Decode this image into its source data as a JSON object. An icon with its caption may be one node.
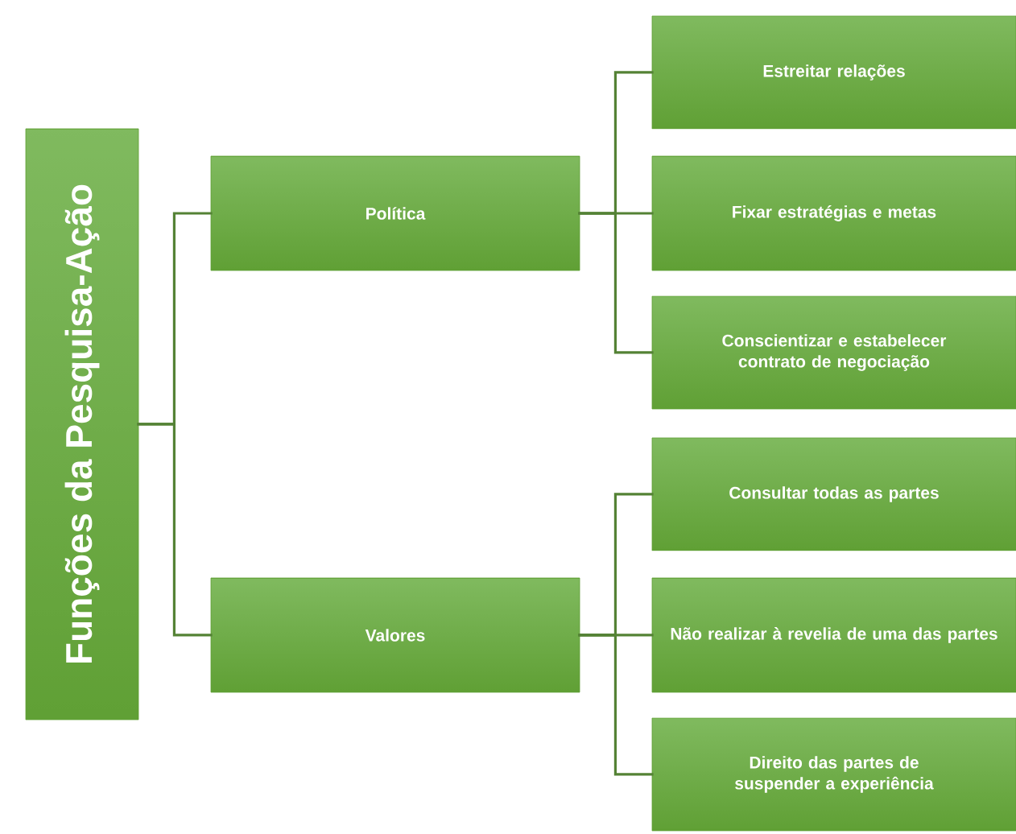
{
  "diagram": {
    "nodes": [
      {
        "text": [
          "Funções da Pesquisa-Ação"
        ]
      },
      {
        "text": [
          "Política"
        ]
      },
      {
        "text": [
          "Estreitar relações"
        ]
      },
      {
        "text": [
          "Fixar estratégias e metas"
        ]
      },
      {
        "text": [
          "Conscientizar e estabelecer contrato de negociação"
        ]
      },
      {
        "text": [
          "Valores"
        ]
      },
      {
        "text": [
          "Consultar todas as partes"
        ]
      },
      {
        "text": [
          "Não realizar à revelia de uma das partes"
        ]
      },
      {
        "text": [
          "Direito das partes de suspender a experiência"
        ]
      }
    ],
    "edges": [
      {
        "from": 0,
        "to": 1,
        "arrow": "none"
      },
      {
        "from": 0,
        "to": 5,
        "arrow": "none"
      },
      {
        "from": 1,
        "to": 2,
        "arrow": "none"
      },
      {
        "from": 1,
        "to": 3,
        "arrow": "none"
      },
      {
        "from": 1,
        "to": 4,
        "arrow": "none"
      },
      {
        "from": 5,
        "to": 6,
        "arrow": "none"
      },
      {
        "from": 5,
        "to": 7,
        "arrow": "none"
      },
      {
        "from": 5,
        "to": 8,
        "arrow": "none"
      }
    ]
  }
}
